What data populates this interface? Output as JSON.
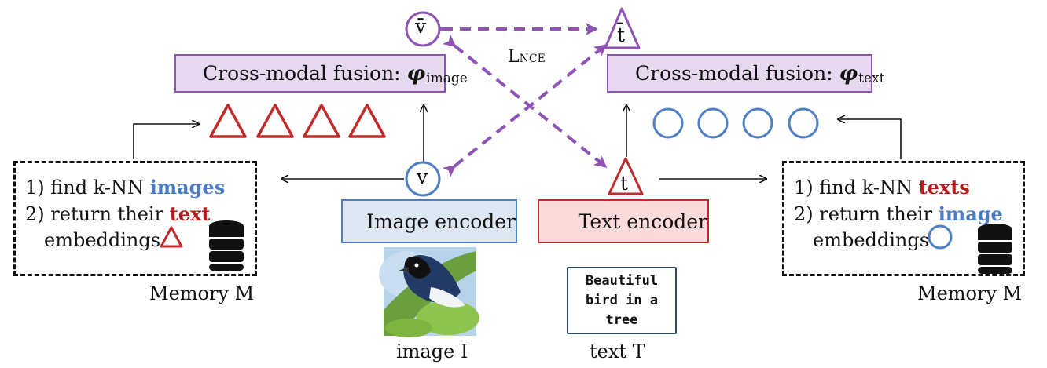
{
  "fusion_image": {
    "label": "Cross-modal fusion:",
    "phi": "φ",
    "sub": "image"
  },
  "fusion_text": {
    "label": "Cross-modal fusion:",
    "phi": "φ",
    "sub": "text"
  },
  "encoders": {
    "image": "Image encoder",
    "text": "Text encoder"
  },
  "loss": {
    "main": "L",
    "sub": "NCE"
  },
  "symbols": {
    "v": "v",
    "t": "t",
    "vbar": "v̄",
    "tbar": "t̄"
  },
  "memory_left": {
    "line1_prefix": "1) find k-NN ",
    "line1_highlight": "images",
    "line2_prefix": "2) return their ",
    "line2_highlight": "text",
    "line3": "embeddings",
    "caption": "Memory M"
  },
  "memory_right": {
    "line1_prefix": "1) find k-NN ",
    "line1_highlight": "texts",
    "line2_prefix": "2) return their ",
    "line2_highlight": "image",
    "line3": "embeddings",
    "caption": "Memory M"
  },
  "captions": {
    "image": "image I",
    "text": "text T"
  },
  "text_sample": "Beautiful\nbird in a\ntree",
  "colors": {
    "purple": "#8e53b3",
    "red": "#c22b2b",
    "blue": "#4f7fc3",
    "fusion_fill": "#e6d8ef"
  }
}
